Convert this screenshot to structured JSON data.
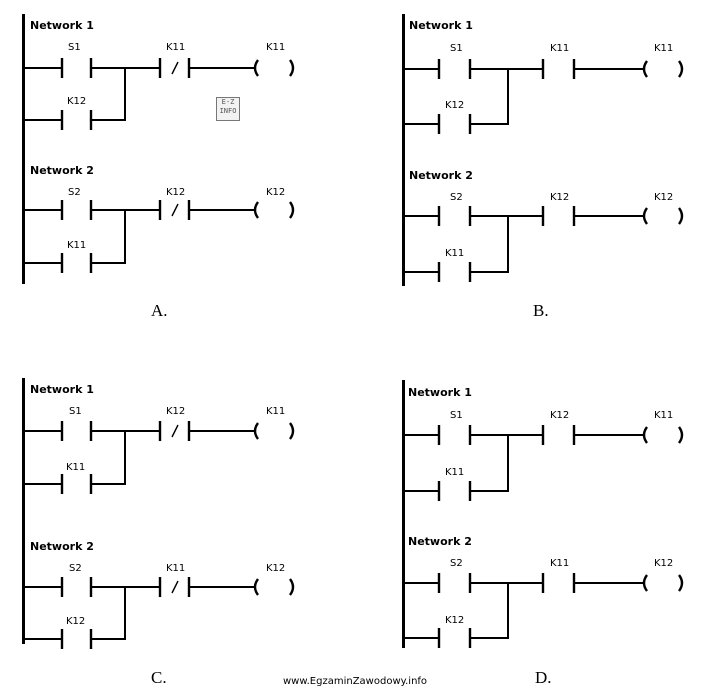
{
  "options": [
    {
      "letter": "A.",
      "networks": [
        {
          "title": "Network 1",
          "contact": "S1",
          "parallel": "K12",
          "series": "K11",
          "series_nc": true,
          "coil": "K11"
        },
        {
          "title": "Network 2",
          "contact": "S2",
          "parallel": "K11",
          "series": "K12",
          "series_nc": true,
          "coil": "K12"
        }
      ]
    },
    {
      "letter": "B.",
      "networks": [
        {
          "title": "Network 1",
          "contact": "S1",
          "parallel": "K12",
          "series": "K11",
          "series_nc": false,
          "coil": "K11"
        },
        {
          "title": "Network 2",
          "contact": "S2",
          "parallel": "K11",
          "series": "K12",
          "series_nc": false,
          "coil": "K12"
        }
      ]
    },
    {
      "letter": "C.",
      "networks": [
        {
          "title": "Network 1",
          "contact": "S1",
          "parallel": "K11",
          "series": "K12",
          "series_nc": true,
          "coil": "K11"
        },
        {
          "title": "Network 2",
          "contact": "S2",
          "parallel": "K12",
          "series": "K11",
          "series_nc": true,
          "coil": "K12"
        }
      ]
    },
    {
      "letter": "D.",
      "networks": [
        {
          "title": "Network 1",
          "contact": "S1",
          "parallel": "K11",
          "series": "K12",
          "series_nc": false,
          "coil": "K11"
        },
        {
          "title": "Network 2",
          "contact": "S2",
          "parallel": "K12",
          "series": "K11",
          "series_nc": false,
          "coil": "K12"
        }
      ]
    }
  ],
  "watermark": {
    "line1": "E-Z",
    "line2": "INFO"
  },
  "footer": "www.EgzaminZawodowy.info"
}
